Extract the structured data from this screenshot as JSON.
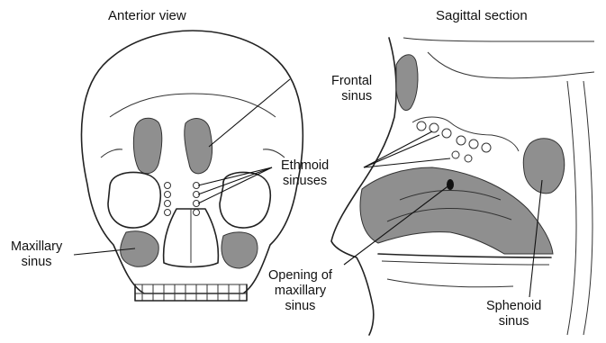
{
  "titles": {
    "anterior": "Anterior view",
    "sagittal": "Sagittal section"
  },
  "labels": {
    "frontal_sinus": [
      "Frontal",
      "sinus"
    ],
    "ethmoid_sinuses": [
      "Ethmoid",
      "sinuses"
    ],
    "maxillary_sinus": [
      "Maxillary",
      "sinus"
    ],
    "opening_of_maxillary_sinus": [
      "Opening of",
      "maxillary",
      "sinus"
    ],
    "sphenoid_sinus": [
      "Sphenoid",
      "sinus"
    ]
  },
  "colors": {
    "sinus_fill": "#8f8f8f",
    "outline": "#222222",
    "background": "#ffffff"
  }
}
